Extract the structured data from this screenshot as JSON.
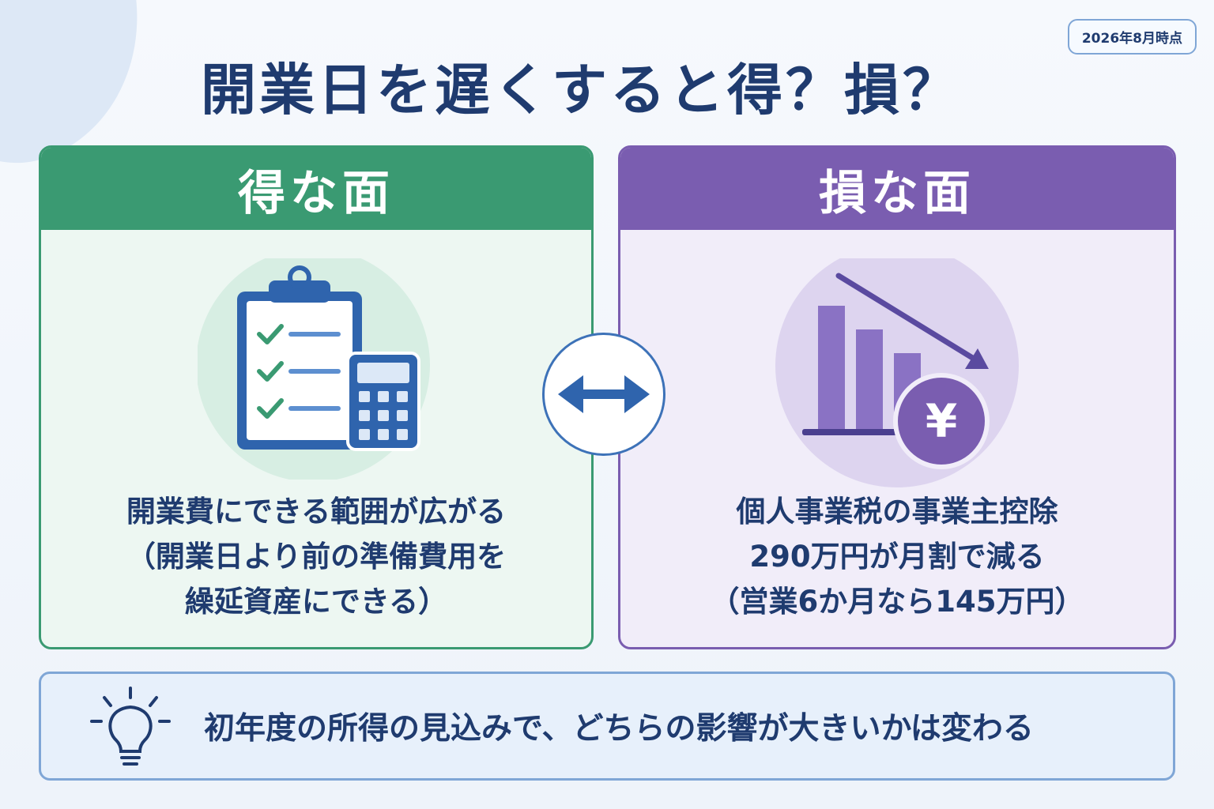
{
  "title": "開業日を遅くすると得？損？",
  "date_badge": "2026年8月時点",
  "good": {
    "header": "得な面",
    "icon": "clipboard-checklist-calculator-icon",
    "lines": [
      "開業費にできる範囲が広がる",
      "（開業日より前の準備費用を",
      "繰延資産にできる）"
    ]
  },
  "bad": {
    "header": "損な面",
    "icon": "declining-bar-chart-yen-icon",
    "yen_symbol": "¥",
    "lines": [
      "個人事業税の事業主控除",
      "290万円が月割で減る",
      "（営業6か月なら145万円）"
    ]
  },
  "versus_icon": "double-arrow-icon",
  "tip": {
    "icon": "light-bulb-icon",
    "text": "初年度の所得の見込みで、どちらの影響が大きいかは変わる"
  },
  "colors": {
    "good": "#3a9a72",
    "bad": "#7a5db0",
    "text": "#1f3b6f",
    "accent": "#3d72b8"
  }
}
